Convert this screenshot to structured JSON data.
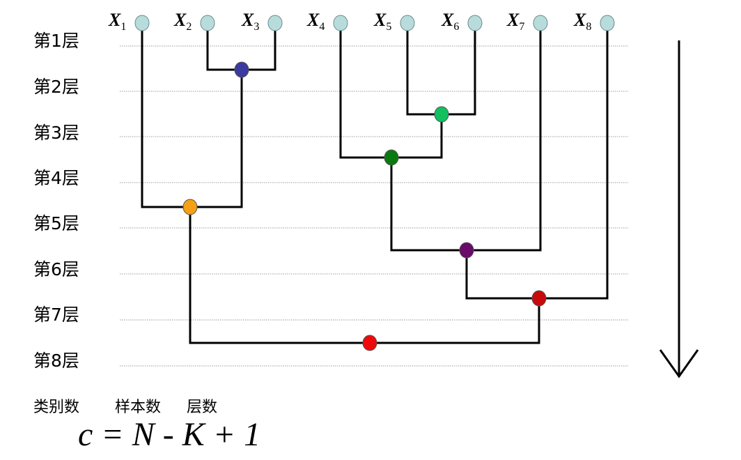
{
  "layers": [
    "第1层",
    "第2层",
    "第3层",
    "第4层",
    "第5层",
    "第6层",
    "第7层",
    "第8层"
  ],
  "samples": [
    {
      "sym": "X",
      "sub": "1"
    },
    {
      "sym": "X",
      "sub": "2"
    },
    {
      "sym": "X",
      "sub": "3"
    },
    {
      "sym": "X",
      "sub": "4"
    },
    {
      "sym": "X",
      "sub": "5"
    },
    {
      "sym": "X",
      "sub": "6"
    },
    {
      "sym": "X",
      "sub": "7"
    },
    {
      "sym": "X",
      "sub": "8"
    }
  ],
  "merges": [
    {
      "members": [
        "X2",
        "X3"
      ],
      "layer": 2,
      "color": "#3a3aa0"
    },
    {
      "members": [
        "X5",
        "X6"
      ],
      "layer": 3,
      "color": "#12c060"
    },
    {
      "members": [
        "X4",
        "X5X6"
      ],
      "layer": 4,
      "color": "#0a7a10"
    },
    {
      "members": [
        "X1",
        "X2X3"
      ],
      "layer": 5,
      "color": "#f5a015"
    },
    {
      "members": [
        "X4X5X6",
        "X7"
      ],
      "layer": 6,
      "color": "#6a0a6a"
    },
    {
      "members": [
        "X4-X7",
        "X8"
      ],
      "layer": 7,
      "color": "#c80a0a"
    },
    {
      "members": [
        "X1-X3",
        "X4-X8"
      ],
      "layer": 8,
      "color": "#ee0a0a"
    }
  ],
  "leaf_color": "#b8dcdc",
  "captions": {
    "classes": "类别数",
    "samples": "样本数",
    "layers": "层数"
  },
  "formula": "c = N - K + 1"
}
